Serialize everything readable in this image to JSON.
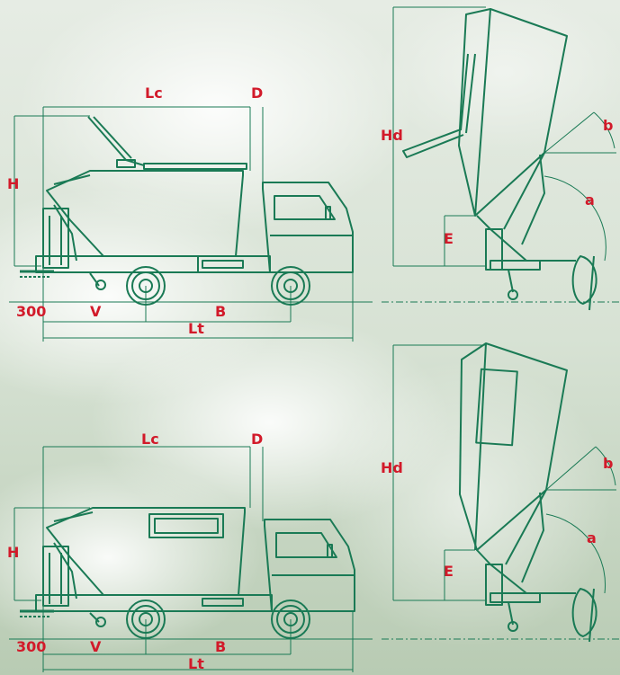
{
  "colors": {
    "line": "#1a7a55",
    "label": "#d21a2a",
    "sky_top": "#e4ebe2",
    "sky_bottom": "#aec3a8"
  },
  "panels": {
    "top_side": {
      "Lc": "Lc",
      "D": "D",
      "H": "H",
      "d300": "300",
      "V": "V",
      "B": "B",
      "Lt": "Lt"
    },
    "top_rear": {
      "Hd": "Hd",
      "b": "b",
      "a": "a",
      "E": "E"
    },
    "bottom_side": {
      "Lc": "Lc",
      "D": "D",
      "H": "H",
      "d300": "300",
      "V": "V",
      "B": "B",
      "Lt": "Lt"
    },
    "bottom_rear": {
      "Hd": "Hd",
      "b": "b",
      "a": "a",
      "E": "E"
    }
  }
}
